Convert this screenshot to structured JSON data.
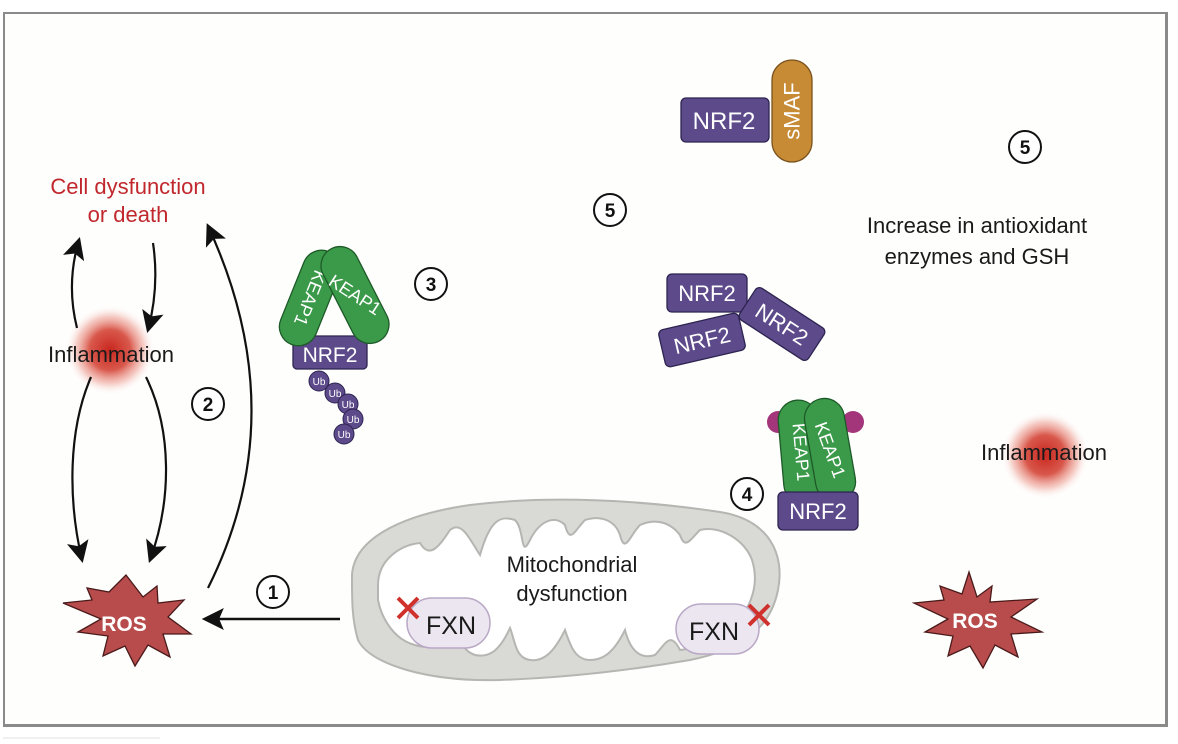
{
  "figure": {
    "colors": {
      "frame": "#8a8a8a",
      "red_text": "#c0282d",
      "nrf2": "#5d4a8a",
      "keap1": "#3a9a49",
      "smaf": "#c78a35",
      "ub": "#5d4a8a",
      "ros": "#b84c4c",
      "mito": "#d9d9d6",
      "fxn": "#ece6f0",
      "cross": "#d0312d",
      "modification_dot": "#a3357a",
      "inflammation_glow": "#cc2a22"
    },
    "left": {
      "outcome_label_line1": "Cell dysfunction",
      "outcome_label_line2": "or death",
      "inflammation_label": "Inflammation",
      "ros_label": "ROS",
      "step1": "1",
      "step2": "2"
    },
    "mitochondrion": {
      "label_line1": "Mitochondrial",
      "label_line2": "dysfunction",
      "fxn_left": "FXN",
      "fxn_right": "FXN"
    },
    "degradation_complex": {
      "step": "3",
      "keap1_left": "KEAP1",
      "keap1_right": "KEAP1",
      "nrf2": "NRF2",
      "ubiquitin": [
        "Ub",
        "Ub",
        "Ub",
        "Ub",
        "Ub"
      ]
    },
    "modified_complex": {
      "step": "4",
      "keap1_left": "KEAP1",
      "keap1_right": "KEAP1",
      "nrf2": "NRF2"
    },
    "free_nrf2": {
      "step": "5",
      "labels": [
        "NRF2",
        "NRF2",
        "NRF2"
      ]
    },
    "nrf2_smaf": {
      "nrf2": "NRF2",
      "smaf": "sMAF"
    },
    "right": {
      "step": "5",
      "outcome_line1": "Increase in antioxidant",
      "outcome_line2": "enzymes and GSH",
      "inflammation_label": "Inflammation",
      "ros_label": "ROS"
    }
  }
}
